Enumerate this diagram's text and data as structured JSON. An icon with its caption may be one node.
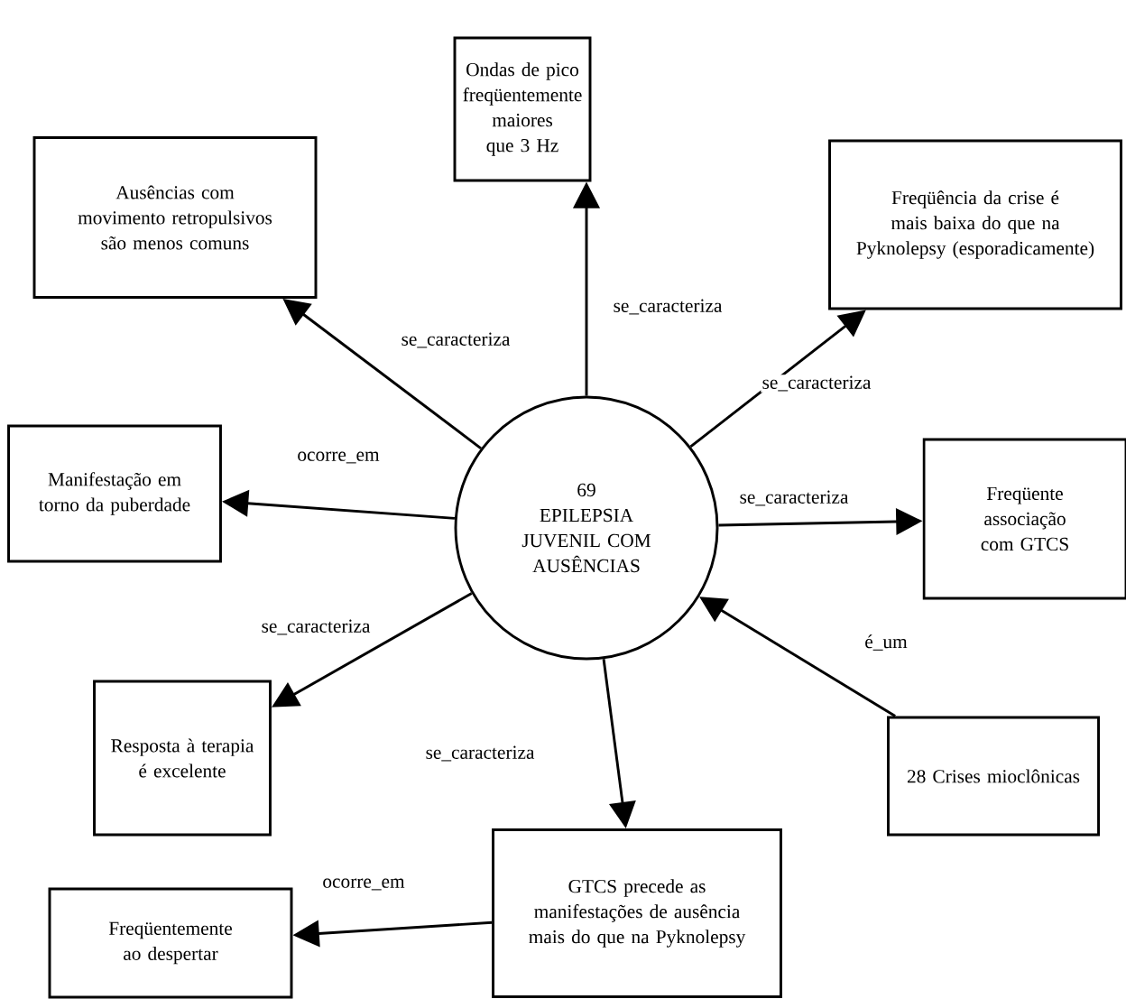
{
  "diagram": {
    "nodes": [
      {
        "text": [
          "Ondas de pico freqüentemente maiores que 3 Hz"
        ]
      },
      {
        "text": [
          "Ausências com movimento retropulsivos são menos comuns"
        ]
      },
      {
        "text": [
          "Freqüência da crise é mais baixa do que na Pyknolepsy (esporadicamente)"
        ]
      },
      {
        "text": [
          "Manifestação em torno da puberdade"
        ]
      },
      {
        "text": [
          "69",
          "EPILEPSIA JUVENIL COM AUSÊNCIAS"
        ]
      },
      {
        "text": [
          "Freqüente associação com GTCS"
        ]
      },
      {
        "text": [
          "Resposta à terapia é excelente"
        ]
      },
      {
        "text": [
          "28 Crises mioclônicas"
        ]
      },
      {
        "text": [
          "GTCS precede as manifestações de ausência mais do que na Pyknolepsy"
        ]
      },
      {
        "text": [
          "Freqüentemente ao despertar"
        ]
      }
    ],
    "edges": [
      {
        "from": 4,
        "to": 0,
        "arrow": "to",
        "label": "se_caracteriza"
      },
      {
        "from": 4,
        "to": 1,
        "arrow": "to",
        "label": "se_caracteriza"
      },
      {
        "from": 4,
        "to": 2,
        "arrow": "to",
        "label": "se_caracteriza"
      },
      {
        "from": 4,
        "to": 3,
        "arrow": "to",
        "label": "ocorre_em"
      },
      {
        "from": 4,
        "to": 5,
        "arrow": "to",
        "label": "se_caracteriza"
      },
      {
        "from": 4,
        "to": 6,
        "arrow": "to",
        "label": "se_caracteriza"
      },
      {
        "from": 4,
        "to": 8,
        "arrow": "to",
        "label": "se_caracteriza"
      },
      {
        "from": 7,
        "to": 4,
        "arrow": "to",
        "label": "é_um"
      },
      {
        "from": 8,
        "to": 9,
        "arrow": "to",
        "label": "ocorre_em"
      }
    ]
  }
}
